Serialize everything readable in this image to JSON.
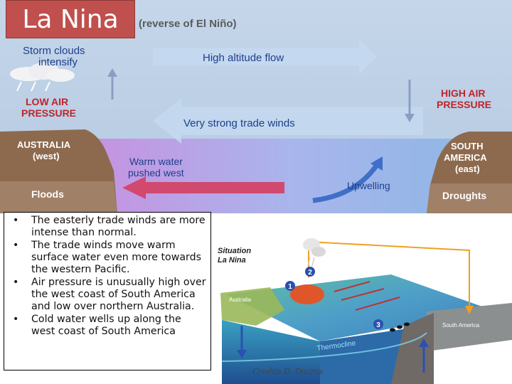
{
  "title": "La Nina",
  "top": {
    "subtitle": "(reverse of El Niño)",
    "storm_clouds_1": "Storm clouds",
    "storm_clouds_2": "intensify",
    "high_altitude_flow": "High altitude flow",
    "low_air_1": "LOW AIR",
    "low_air_2": "PRESSURE",
    "high_air_1": "HIGH AIR",
    "high_air_2": "PRESSURE",
    "trade_winds": "Very strong trade winds",
    "australia_1": "AUSTRALIA",
    "australia_2": "(west)",
    "warm_water_1": "Warm water",
    "warm_water_2": "pushed west",
    "south_america_1": "SOUTH",
    "south_america_2": "AMERICA",
    "south_america_3": "(east)",
    "upwelling": "Upwelling",
    "floods": "Floods",
    "droughts": "Droughts"
  },
  "bullets": [
    "The easterly trade winds are more intense than normal.",
    "The trade winds move warm surface water even more towards the western Pacific.",
    "Air pressure is unusually high over the west coast of South America and low over northern Australia.",
    "Cold water wells up along the west coast of South America"
  ],
  "bottom": {
    "situation_1": "Situation",
    "situation_2": "La Nina",
    "australia": "Australia",
    "south_america": "South America",
    "thermocline": "Thermocline",
    "marker_1": "1",
    "marker_2": "2",
    "marker_3": "3"
  },
  "credits": "Credits D. Ducros",
  "colors": {
    "title_bg": "#c0504d",
    "sky": "#b9cde3",
    "text_blue": "#1e3f8c",
    "pressure_red": "#c0242a",
    "land": "#8d6a4d"
  }
}
